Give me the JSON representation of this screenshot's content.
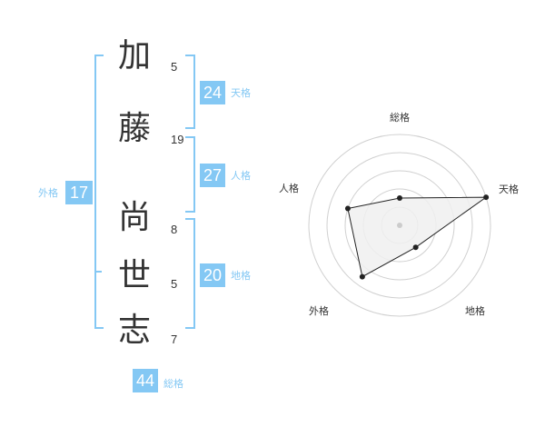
{
  "name": {
    "chars": [
      {
        "char": "加",
        "strokes": "5"
      },
      {
        "char": "藤",
        "strokes": "19"
      },
      {
        "char": "尚",
        "strokes": "8"
      },
      {
        "char": "世",
        "strokes": "5"
      },
      {
        "char": "志",
        "strokes": "7"
      }
    ]
  },
  "kakusu": {
    "tenkaku": {
      "value": "24",
      "label": "天格"
    },
    "jinkaku": {
      "value": "27",
      "label": "人格"
    },
    "chikaku": {
      "value": "20",
      "label": "地格"
    },
    "gaikaku": {
      "value": "17",
      "label": "外格"
    },
    "soukaku": {
      "value": "44",
      "label": "総格"
    }
  },
  "radar": {
    "axes": [
      "総格",
      "天格",
      "地格",
      "外格",
      "人格"
    ],
    "max_level": 5,
    "levels": [
      1.5,
      5,
      1.5,
      3.5,
      3
    ],
    "colors": {
      "ring": "#d0d0d0",
      "fill": "#f0f0f0",
      "line": "#222222",
      "accent": "#84c8f4"
    }
  }
}
